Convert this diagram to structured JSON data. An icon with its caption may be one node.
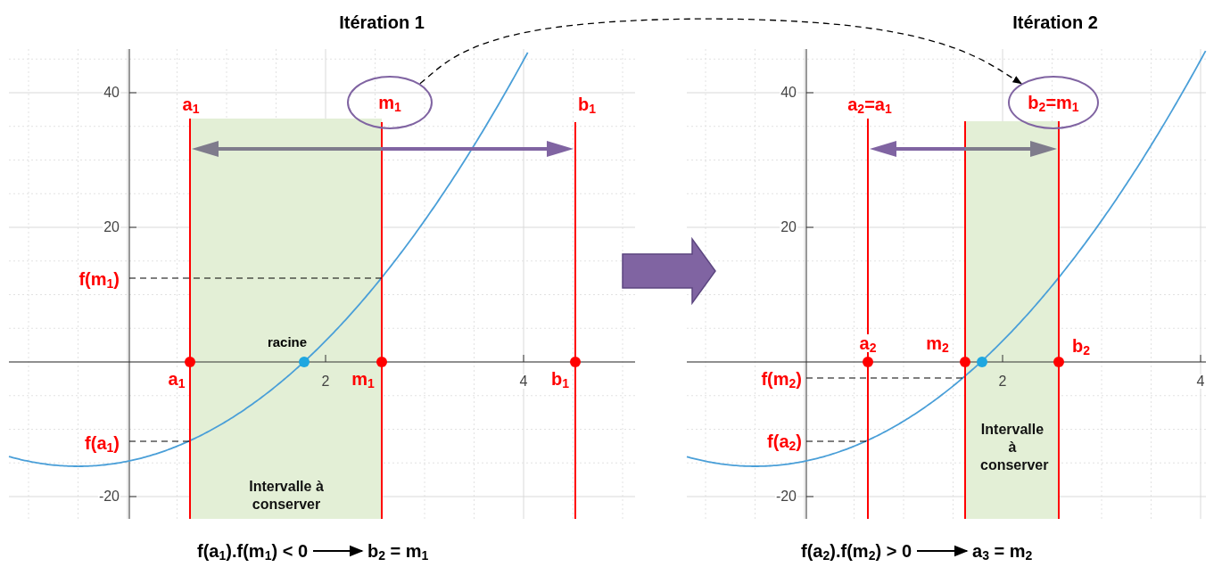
{
  "diagram": {
    "nodes": [
      {
        "text": [
          "m$_{1}$"
        ]
      },
      {
        "text": [
          "b$_{2}$=m$_{1}$"
        ]
      },
      {
        "text": [
          "Intervalle à conserver"
        ]
      },
      {
        "text": [
          "Intervalle à conserver"
        ]
      },
      {
        "text": [
          "f(a$_{1}$).f(m$_{1}$) < 0"
        ]
      },
      {
        "text": [
          "b$_{2}$ = m$_{1}$"
        ]
      },
      {
        "text": [
          "f(a$_{2}$).f(m$_{2}$) > 0"
        ]
      },
      {
        "text": [
          "a$_{3}$ = m$_{2}$"
        ]
      }
    ],
    "edges": [
      {
        "from": 0,
        "to": 1,
        "arrow": "to",
        "style": "dashed"
      },
      {
        "from": 4,
        "to": 5,
        "arrow": "to"
      },
      {
        "from": 6,
        "to": 7,
        "arrow": "to"
      }
    ],
    "labels": [
      "Itération 1",
      "Itération 2",
      "40",
      "40",
      "a$_{1}$",
      "b$_{1}$",
      "a$_{2}$=a$_{1}$",
      "20",
      "20",
      "f(m$_{1}$)",
      "racine",
      "a$_{2}$",
      "m$_{2}$",
      "b$_{2}$",
      "a$_{1}$",
      "2",
      "m$_{1}$",
      "4",
      "b$_{1}$",
      "f(m$_{2}$)",
      "2",
      "4",
      "f(a$_{1}$)",
      "f(a$_{2}$)",
      "-20",
      "-20"
    ]
  }
}
